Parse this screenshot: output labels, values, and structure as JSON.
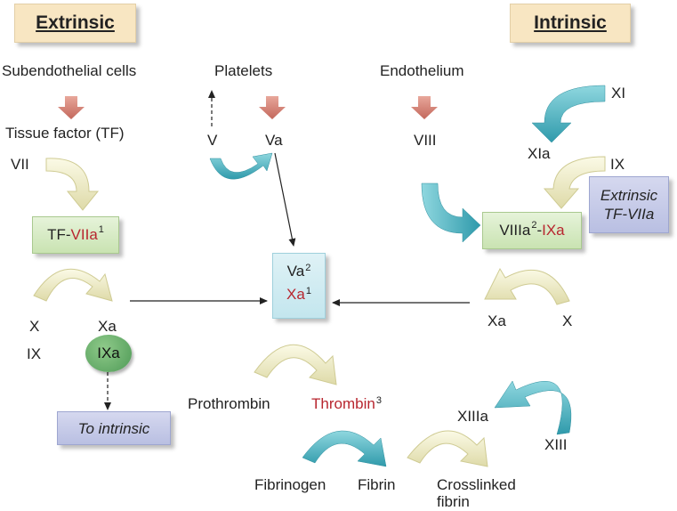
{
  "headers": {
    "extrinsic": "Extrinsic",
    "intrinsic": "Intrinsic"
  },
  "sources": {
    "subendothelial": "Subendothelial cells",
    "platelets": "Platelets",
    "endothelium": "Endothelium"
  },
  "factors": {
    "tissue_factor": "Tissue factor (TF)",
    "vii": "VII",
    "v": "V",
    "va": "Va",
    "viii": "VIII",
    "xi": "XI",
    "xia": "XIa",
    "ix_right": "IX",
    "x_left": "X",
    "xa_left": "Xa",
    "ix_left": "IX",
    "xa_right": "Xa",
    "x_right": "X",
    "prothrombin": "Prothrombin",
    "xiiia": "XIIIa",
    "xiii": "XIII",
    "fibrinogen": "Fibrinogen",
    "fibrin": "Fibrin",
    "crosslinked_1": "Crosslinked",
    "crosslinked_2": "fibrin"
  },
  "tf_vila": {
    "prefix": "TF-",
    "factor": "VIIa",
    "sup": "1"
  },
  "viiia_ixa": {
    "factor": "VIIIa",
    "sup": "2",
    "sep": "-",
    "active": "IXa"
  },
  "extrinsic_tf": {
    "line1": "Extrinsic",
    "line2": "TF-VIIa"
  },
  "prothrombinase": {
    "va": "Va",
    "va_sup": "2",
    "xa": "Xa",
    "xa_sup": "1"
  },
  "ixa_oval": "IXa",
  "to_intrinsic": "To intrinsic",
  "thrombin": {
    "label": "Thrombin",
    "sup": "3"
  },
  "colors": {
    "teal_arrow": "#4cb3c0",
    "cream_arrow": "#f1efc6",
    "salmon_arrow": "#d8867a",
    "active_red": "#b8262f"
  }
}
